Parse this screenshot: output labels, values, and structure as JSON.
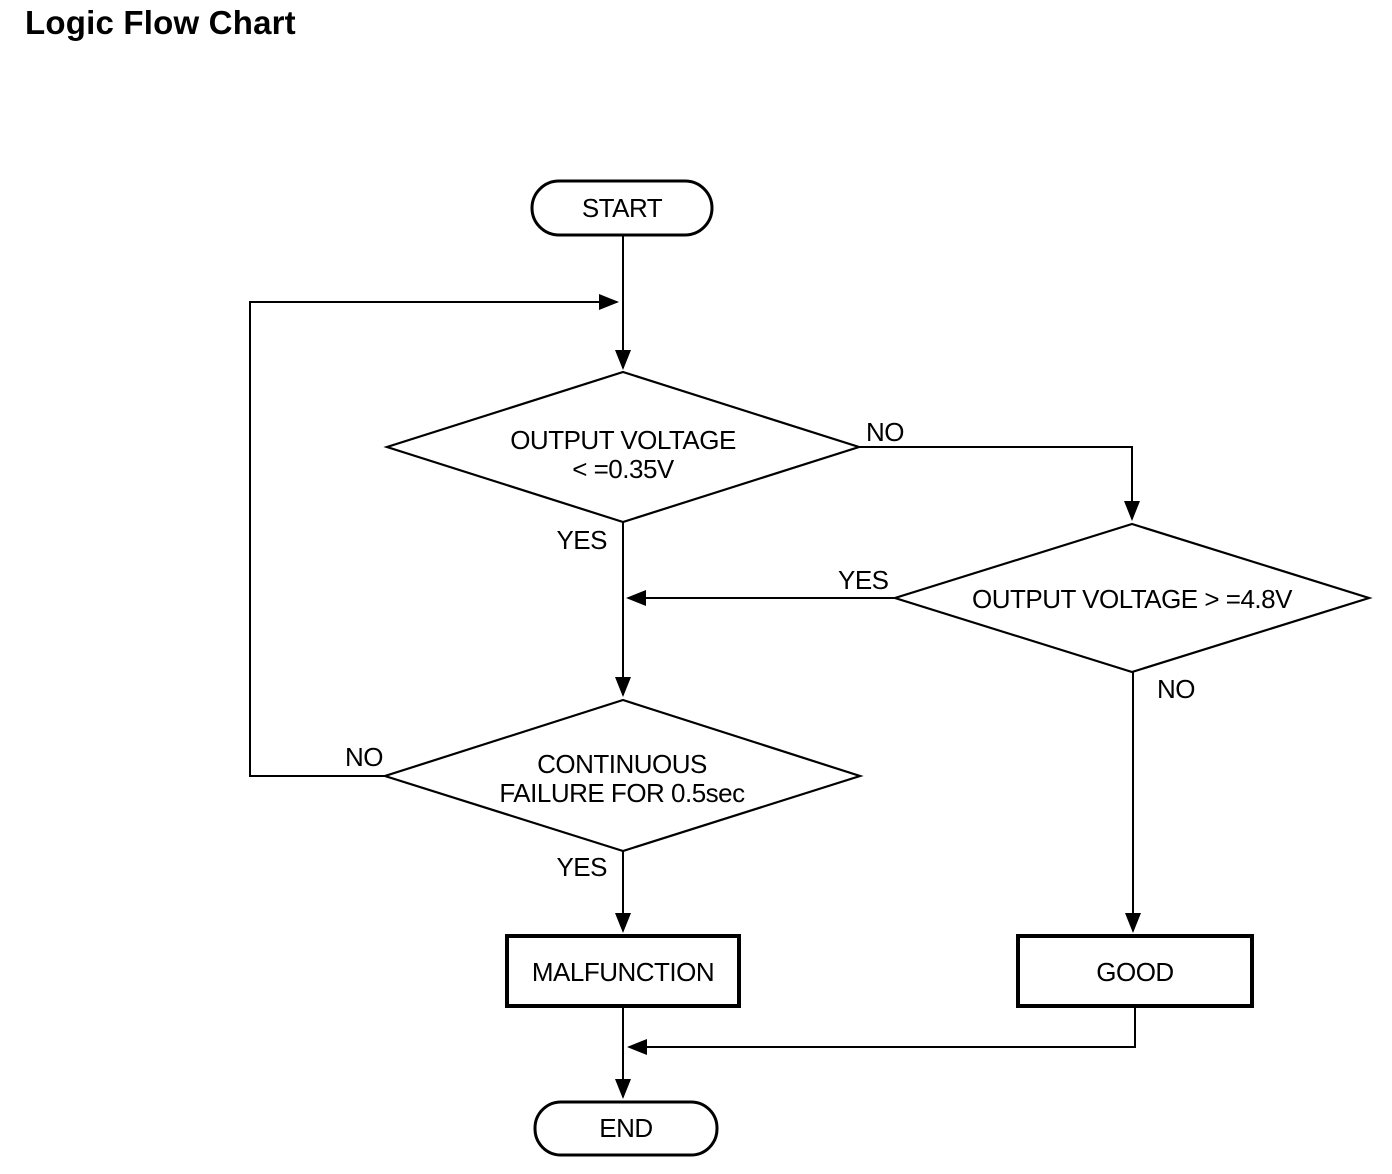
{
  "title": "Logic Flow Chart",
  "flowchart": {
    "type": "flowchart",
    "colors": {
      "line": "#000000",
      "text": "#000000",
      "background": "#ffffff"
    },
    "nodes": {
      "start": {
        "shape": "terminator",
        "label": "START"
      },
      "check_low": {
        "shape": "decision",
        "label_line1": "OUTPUT VOLTAGE",
        "label_line2": "< =0.35V"
      },
      "check_high": {
        "shape": "decision",
        "label": "OUTPUT VOLTAGE > =4.8V"
      },
      "continuous_failure": {
        "shape": "decision",
        "label_line1": "CONTINUOUS",
        "label_line2": "FAILURE FOR 0.5sec"
      },
      "malfunction": {
        "shape": "process",
        "label": "MALFUNCTION"
      },
      "good": {
        "shape": "process",
        "label": "GOOD"
      },
      "end": {
        "shape": "terminator",
        "label": "END"
      }
    },
    "edges": [
      {
        "from": "start",
        "to": "check_low",
        "label": ""
      },
      {
        "from": "check_low",
        "to": "check_high",
        "label": "NO"
      },
      {
        "from": "check_low",
        "to": "continuous_failure",
        "label": "YES"
      },
      {
        "from": "check_high",
        "to": "continuous_failure",
        "label": "YES"
      },
      {
        "from": "check_high",
        "to": "good",
        "label": "NO"
      },
      {
        "from": "continuous_failure",
        "to": "malfunction",
        "label": "YES"
      },
      {
        "from": "continuous_failure",
        "to": "check_low",
        "label": "NO"
      },
      {
        "from": "malfunction",
        "to": "end",
        "label": ""
      },
      {
        "from": "good",
        "to": "end",
        "label": ""
      }
    ]
  }
}
